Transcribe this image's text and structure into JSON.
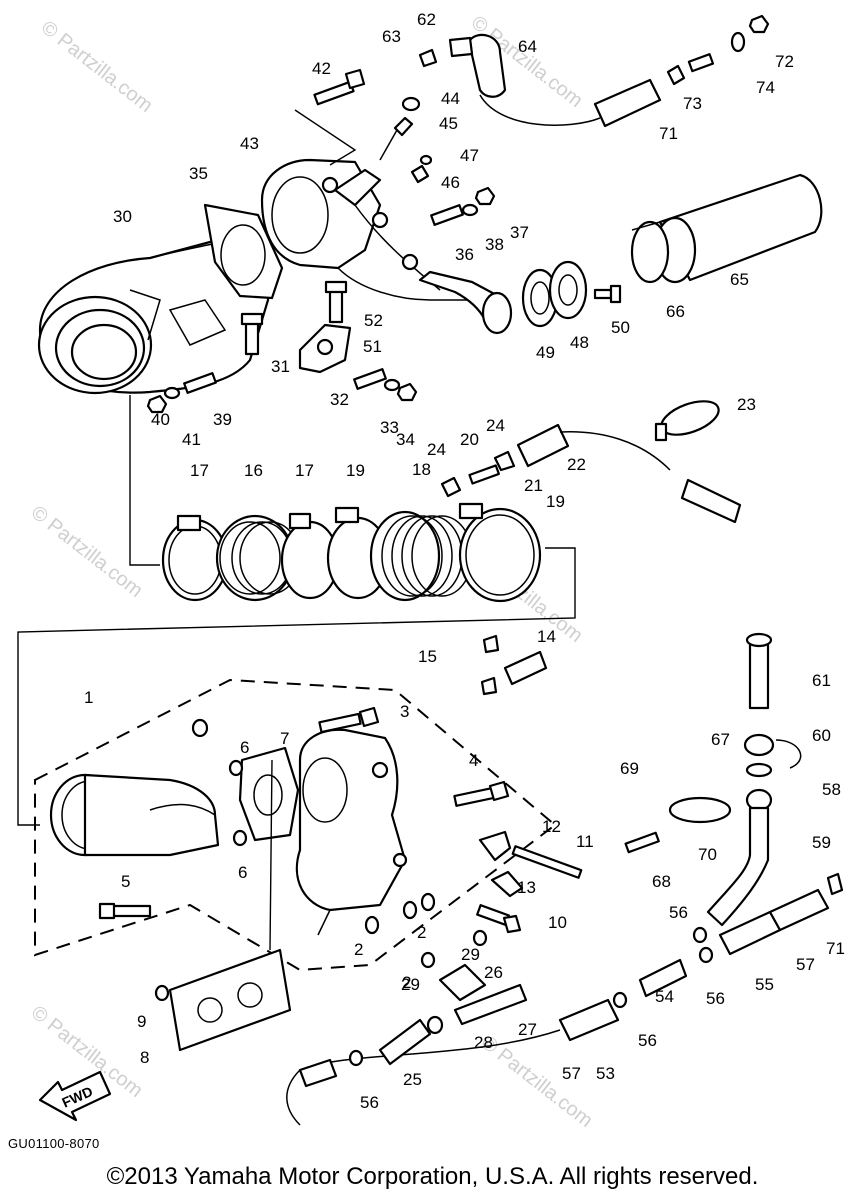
{
  "diagram": {
    "code": "GU01100-8070",
    "copyright": "©2013  Yamaha Motor Corporation, U.S.A. All rights reserved.",
    "fwd_label": "FWD",
    "watermark": "© Partzilla.com",
    "callouts": [
      "1",
      "2",
      "2",
      "2",
      "3",
      "4",
      "5",
      "6",
      "6",
      "7",
      "8",
      "9",
      "10",
      "11",
      "12",
      "13",
      "14",
      "15",
      "16",
      "17",
      "17",
      "18",
      "19",
      "19",
      "20",
      "21",
      "22",
      "23",
      "24",
      "24",
      "25",
      "26",
      "27",
      "28",
      "29",
      "29",
      "30",
      "31",
      "32",
      "33",
      "34",
      "35",
      "36",
      "37",
      "38",
      "39",
      "40",
      "41",
      "42",
      "43",
      "44",
      "45",
      "46",
      "47",
      "48",
      "49",
      "50",
      "51",
      "52",
      "53",
      "54",
      "55",
      "56",
      "56",
      "56",
      "56",
      "57",
      "57",
      "58",
      "59",
      "60",
      "61",
      "62",
      "63",
      "64",
      "65",
      "66",
      "67",
      "68",
      "69",
      "70",
      "71",
      "71",
      "72",
      "73",
      "74"
    ]
  }
}
